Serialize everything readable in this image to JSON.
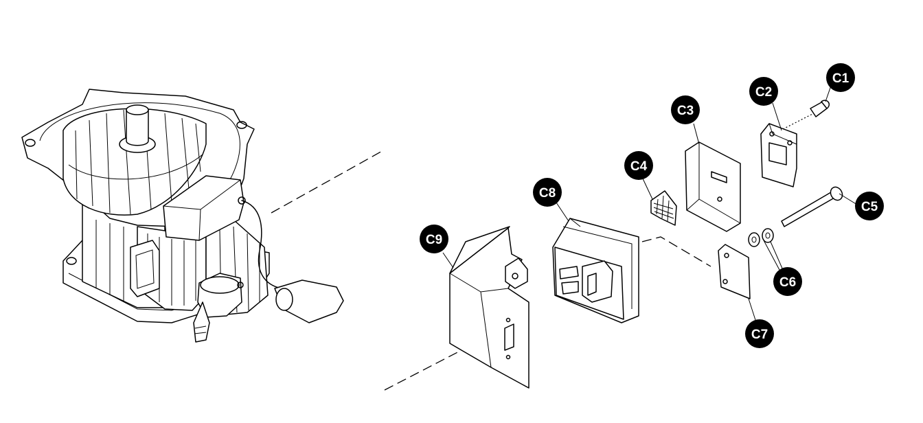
{
  "callouts": [
    {
      "id": "C1",
      "label": "C1"
    },
    {
      "id": "C2",
      "label": "C2"
    },
    {
      "id": "C3",
      "label": "C3"
    },
    {
      "id": "C4",
      "label": "C4"
    },
    {
      "id": "C5",
      "label": "C5"
    },
    {
      "id": "C6",
      "label": "C6"
    },
    {
      "id": "C7",
      "label": "C7"
    },
    {
      "id": "C8",
      "label": "C8"
    },
    {
      "id": "C9",
      "label": "C9"
    }
  ]
}
